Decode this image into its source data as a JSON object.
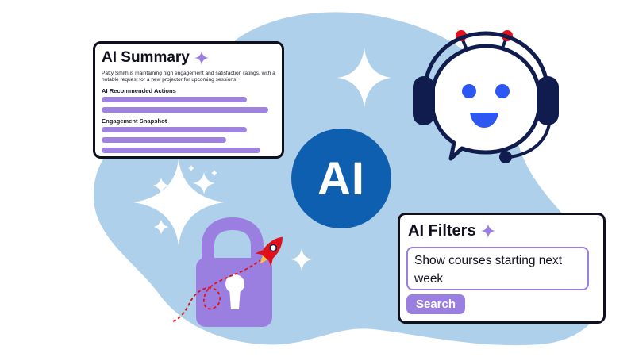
{
  "summary_card": {
    "title": "AI Summary",
    "text": "Patty Smith is maintaining high engagement and satisfaction ratings, with a notable request for a new projector for upcoming sessions.",
    "sections": [
      {
        "label": "AI Recommended Actions"
      },
      {
        "label": "Engagement Snapshot"
      }
    ]
  },
  "filters_card": {
    "title": "AI Filters",
    "input_value": "Show courses starting next week",
    "button_label": "Search"
  },
  "badge": {
    "text": "AI"
  },
  "colors": {
    "blob": "#aed0ea",
    "accent_purple": "#9b7fe0",
    "badge_blue": "#0f5fb0",
    "navy": "#0f1c4d",
    "robot_blue": "#2d57f2",
    "antenna_red": "#e0101c"
  },
  "icons": [
    "sparkle-icon",
    "robot-headset-icon",
    "padlock-icon",
    "rocket-icon"
  ]
}
